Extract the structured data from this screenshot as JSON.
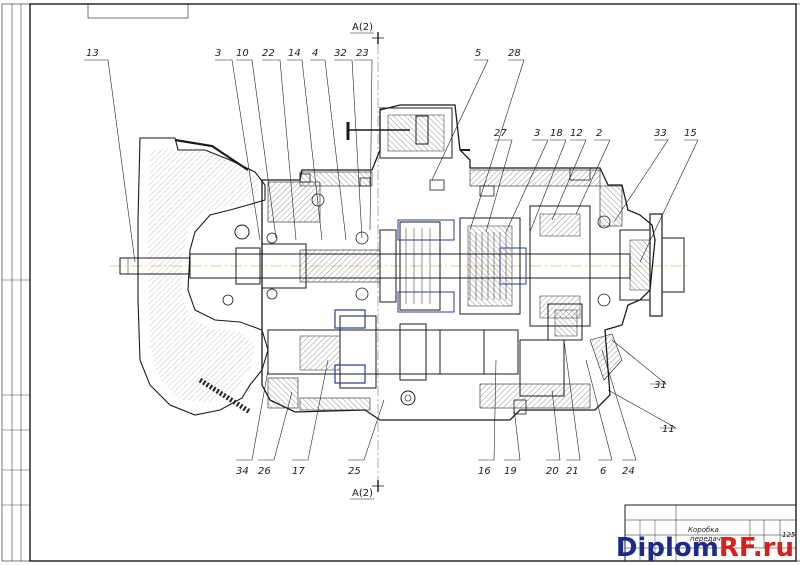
{
  "drawing": {
    "section_label": "A(2)",
    "part_numbers": {
      "top": [
        "13",
        "3",
        "10",
        "22",
        "14",
        "4",
        "32",
        "23",
        "5",
        "28",
        "27",
        "3",
        "18",
        "12",
        "2",
        "33",
        "15"
      ],
      "bottom": [
        "34",
        "26",
        "17",
        "25",
        "16",
        "19",
        "20",
        "21",
        "6",
        "24"
      ],
      "right": [
        "31",
        "11"
      ]
    }
  },
  "title_block": {
    "name_line1": "Коробка",
    "name_line2": "передач",
    "sheet": "125"
  },
  "watermark": {
    "main": "Diplom",
    "suffix": "RF.ru"
  },
  "colors": {
    "line": "#1b1b1b",
    "accent_blue": "#2a3d8f",
    "watermark_blue": "#1c2a8a",
    "watermark_red": "#d8201c"
  }
}
